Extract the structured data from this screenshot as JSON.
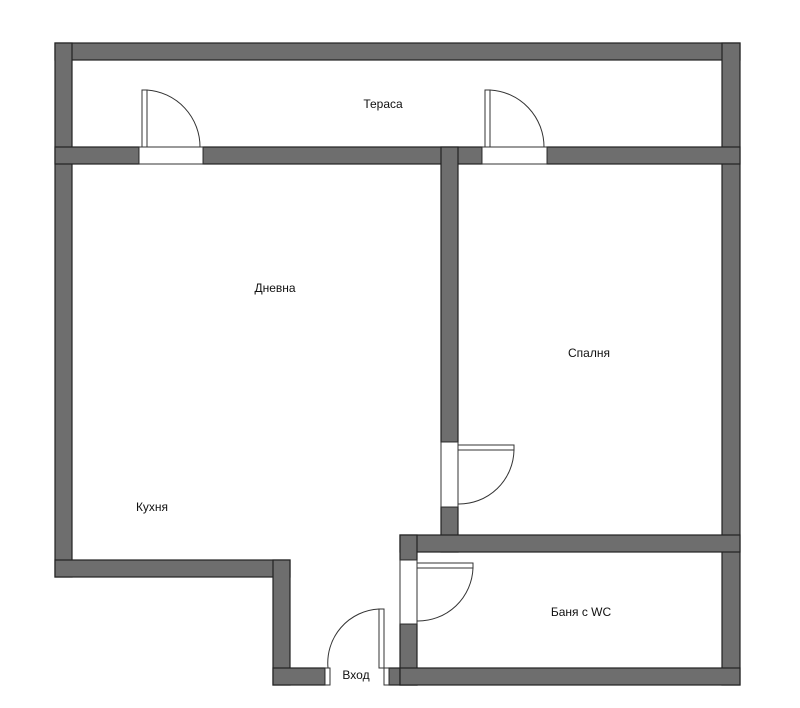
{
  "floor_plan": {
    "rooms": {
      "terrace": "Тераса",
      "living": "Дневна",
      "bedroom": "Спалня",
      "kitchen": "Кухня",
      "bathroom": "Баня с WC",
      "entrance": "Вход"
    },
    "colors": {
      "wall": "#6e6e6e",
      "background": "#ffffff"
    }
  }
}
